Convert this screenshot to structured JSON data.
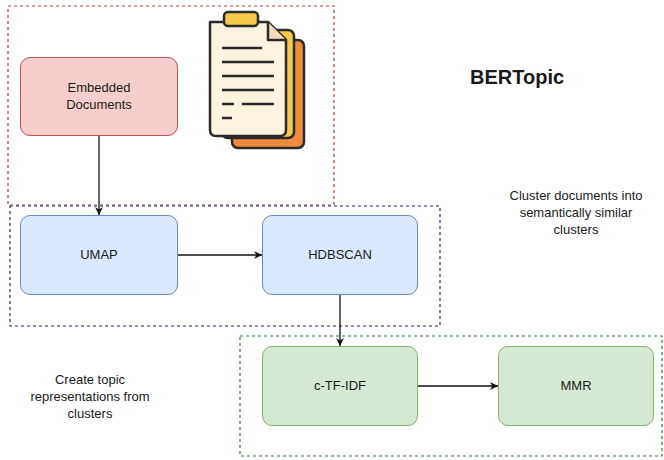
{
  "diagram": {
    "title": "BERTopic",
    "nodes": [
      {
        "text": [
          "Embedded Documents"
        ]
      },
      {
        "text": [
          "UMAP"
        ]
      },
      {
        "text": [
          "HDBSCAN"
        ]
      },
      {
        "text": [
          "c-TF-IDF"
        ]
      },
      {
        "text": [
          "MMR"
        ]
      }
    ],
    "edges": [
      {
        "from": 0,
        "to": 1,
        "arrow": "to"
      },
      {
        "from": 1,
        "to": 2,
        "arrow": "to"
      },
      {
        "from": 2,
        "to": 3,
        "arrow": "to"
      },
      {
        "from": 3,
        "to": 4,
        "arrow": "to"
      }
    ],
    "labels": [
      "Cluster documents into semantically similar clusters",
      "Create topic representations from clusters"
    ]
  }
}
